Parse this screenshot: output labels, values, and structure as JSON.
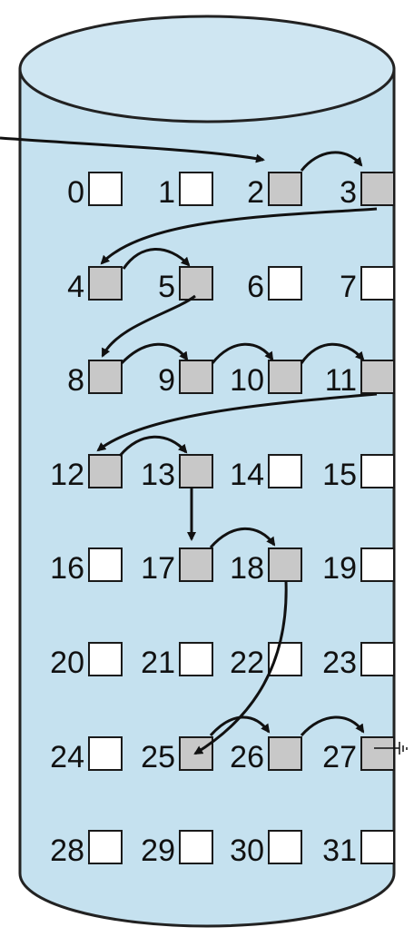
{
  "diagram": {
    "cylinder": {
      "body_color": "#c5e1ef",
      "top_color": "#cfe6f2",
      "outline_color": "#222222"
    },
    "colors": {
      "free_block": "#ffffff",
      "used_block": "#c8c8c8",
      "arrow": "#111111"
    },
    "columns": 4,
    "blocks": [
      {
        "label": "0",
        "allocated": false
      },
      {
        "label": "1",
        "allocated": false
      },
      {
        "label": "2",
        "allocated": true
      },
      {
        "label": "3",
        "allocated": true
      },
      {
        "label": "4",
        "allocated": true
      },
      {
        "label": "5",
        "allocated": true
      },
      {
        "label": "6",
        "allocated": false
      },
      {
        "label": "7",
        "allocated": false
      },
      {
        "label": "8",
        "allocated": true
      },
      {
        "label": "9",
        "allocated": true
      },
      {
        "label": "10",
        "allocated": true
      },
      {
        "label": "11",
        "allocated": true
      },
      {
        "label": "12",
        "allocated": true
      },
      {
        "label": "13",
        "allocated": true
      },
      {
        "label": "14",
        "allocated": false
      },
      {
        "label": "15",
        "allocated": false
      },
      {
        "label": "16",
        "allocated": false
      },
      {
        "label": "17",
        "allocated": true
      },
      {
        "label": "18",
        "allocated": true
      },
      {
        "label": "19",
        "allocated": false
      },
      {
        "label": "20",
        "allocated": false
      },
      {
        "label": "21",
        "allocated": false
      },
      {
        "label": "22",
        "allocated": false
      },
      {
        "label": "23",
        "allocated": false
      },
      {
        "label": "24",
        "allocated": false
      },
      {
        "label": "25",
        "allocated": true
      },
      {
        "label": "26",
        "allocated": true
      },
      {
        "label": "27",
        "allocated": true
      },
      {
        "label": "28",
        "allocated": false
      },
      {
        "label": "29",
        "allocated": false
      },
      {
        "label": "30",
        "allocated": false
      },
      {
        "label": "31",
        "allocated": false
      }
    ],
    "chain": [
      2,
      3,
      4,
      5,
      8,
      9,
      10,
      11,
      12,
      13,
      17,
      18,
      25,
      26,
      27
    ],
    "chain_end": "null-terminator-icon"
  }
}
